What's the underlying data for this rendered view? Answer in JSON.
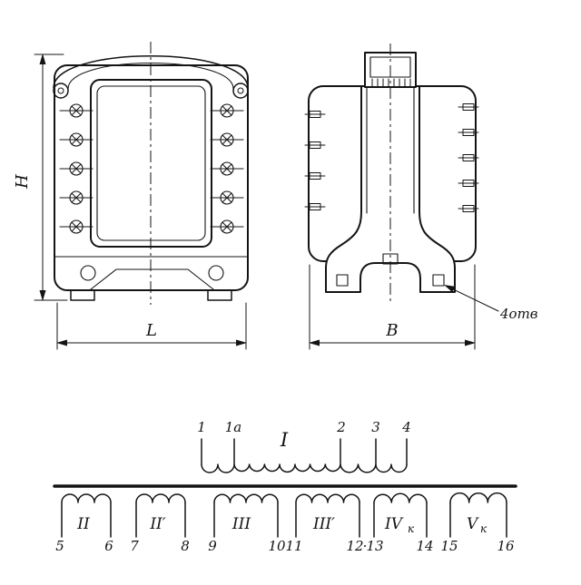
{
  "drawing": {
    "front_view": {
      "dim_height_label": "H",
      "dim_width_label": "L"
    },
    "side_view": {
      "dim_width_label": "B",
      "holes_note": "4отв"
    },
    "schematic": {
      "primary": {
        "label": "I",
        "terminals": [
          "1",
          "1a",
          "2",
          "3",
          "4"
        ]
      },
      "secondary": [
        {
          "label": "II",
          "t1": "5",
          "t2": "6"
        },
        {
          "label": "II′",
          "t1": "7",
          "t2": "8"
        },
        {
          "label": "III",
          "t1": "9",
          "t2": "10"
        },
        {
          "label": "III′",
          "t1": "11",
          "t2": "12"
        },
        {
          "label": "IV",
          "sub": "к",
          "t1": "13",
          "t2": "14"
        },
        {
          "label": "V",
          "sub": "к",
          "t1": "15",
          "t2": "16"
        }
      ],
      "separator_dot": "·"
    }
  }
}
